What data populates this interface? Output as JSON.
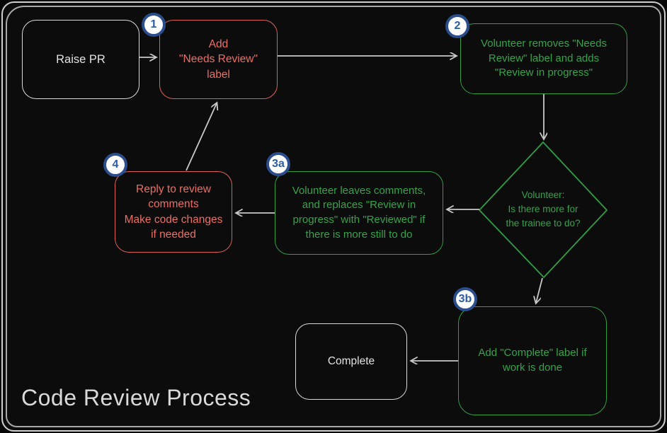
{
  "title": "Code Review Process",
  "colors": {
    "background": "#0c0c0c",
    "frame_border": "#cfcfcf",
    "neutral_node_border": "#d9d9d9",
    "red_node": "#dd5f58",
    "green_node": "#2f9e44",
    "arrow": "#c9c9c9",
    "badge_background": "#fdfdfd",
    "badge_border": "#2c4d8c",
    "badge_text": "#2b5ca8",
    "title_text": "#d9d9d9"
  },
  "nodes": {
    "raise_pr": {
      "label": "Raise PR"
    },
    "add_needs_review": {
      "badge": "1",
      "label": "Add\n\"Needs Review\"\nlabel"
    },
    "volunteer_removes": {
      "badge": "2",
      "label": "Volunteer removes \"Needs\nReview\" label and adds\n\"Review in progress\""
    },
    "decision": {
      "label": "Volunteer:\nIs there more for\nthe trainee to do?"
    },
    "volunteer_comments": {
      "badge": "3a",
      "label": "Volunteer leaves comments,\nand replaces \"Review in\nprogress\" with \"Reviewed\" if\nthere is more still to do"
    },
    "reply_comments": {
      "badge": "4",
      "label": "Reply to review\ncomments\nMake code changes\nif needed"
    },
    "add_complete": {
      "badge": "3b",
      "label": "Add \"Complete\" label if\nwork is done"
    },
    "complete": {
      "label": "Complete"
    }
  }
}
